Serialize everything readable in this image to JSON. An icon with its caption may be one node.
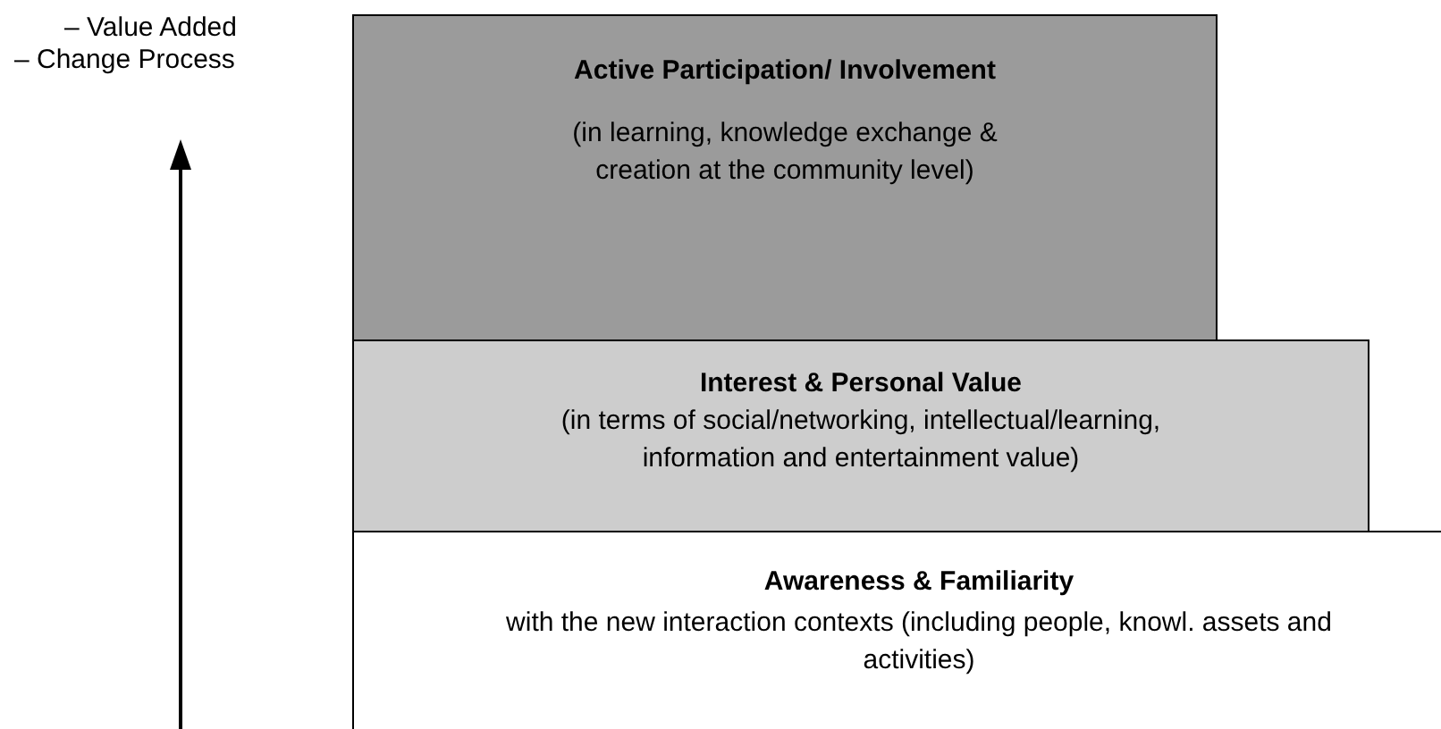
{
  "diagram": {
    "nodes": [
      {
        "text": [
          "Active Participation/ Involvement",
          "(in learning, knowledge exchange & creation at the community level)"
        ]
      },
      {
        "text": [
          "Interest & Personal Value",
          "(in terms of social/networking, intellectual/learning, information and entertainment value)"
        ]
      },
      {
        "text": [
          "Awareness & Familiarity",
          "with the new interaction contexts (including people, knowl. assets and activities)"
        ]
      }
    ],
    "labels": [
      "– Value Added",
      "– Change Process"
    ]
  }
}
